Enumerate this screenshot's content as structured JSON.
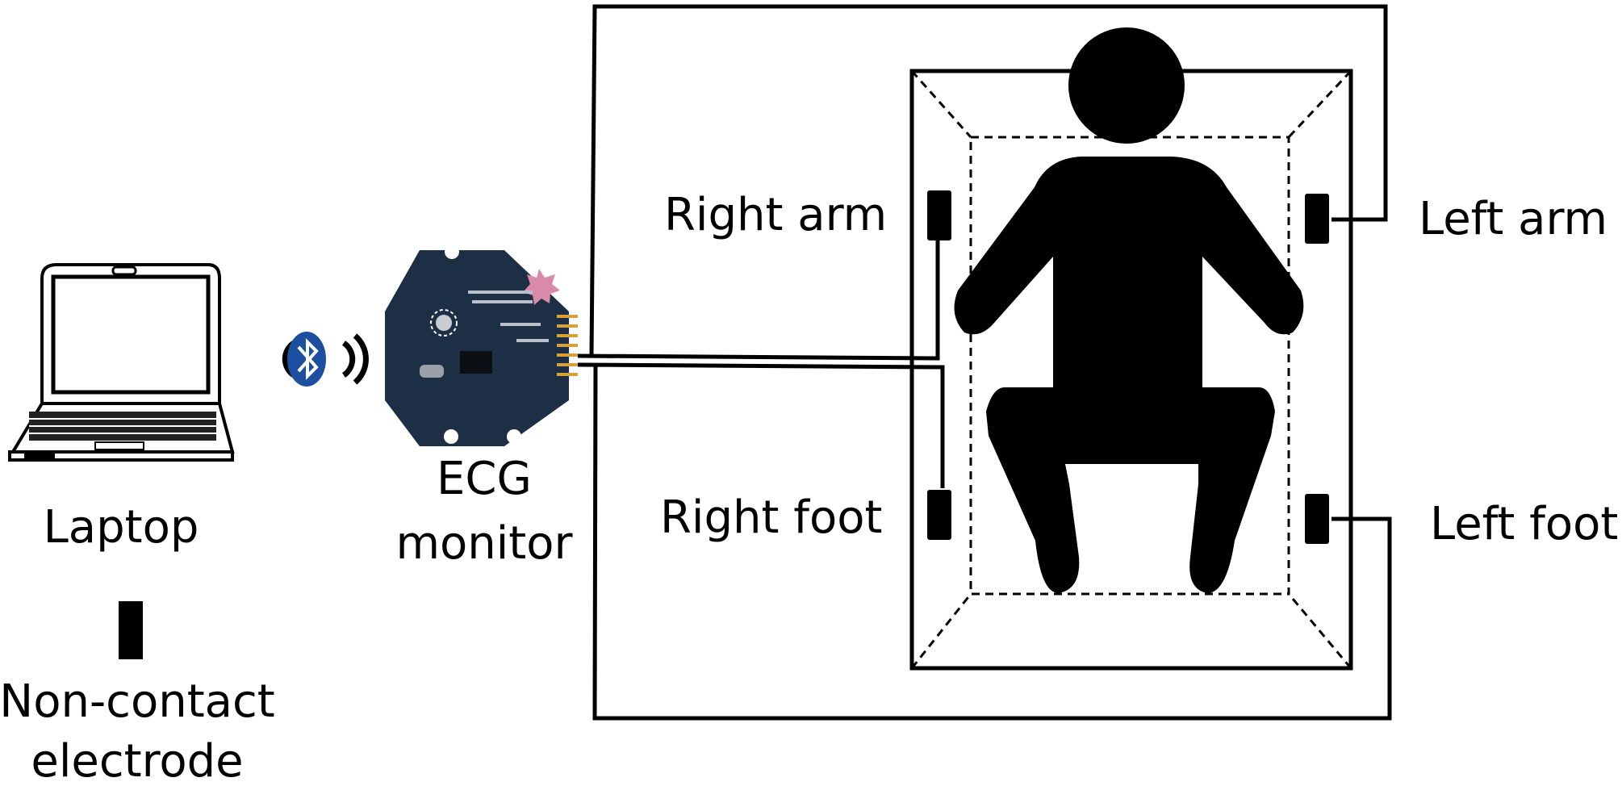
{
  "labels": {
    "laptop": "Laptop",
    "ecg_line1": "ECG",
    "ecg_line2": "monitor",
    "legend_line1": "Non-contact",
    "legend_line2": "electrode",
    "right_arm": "Right arm",
    "left_arm": "Left arm",
    "right_foot": "Right foot",
    "left_foot": "Left foot"
  },
  "icons": {
    "wireless": "bluetooth-icon",
    "computer": "laptop-icon",
    "board": "ecg-board"
  },
  "colors": {
    "ink": "#000000",
    "bluetooth": "#1d4fa0",
    "board": "#1c2f45",
    "pins": "#d4a23a"
  }
}
